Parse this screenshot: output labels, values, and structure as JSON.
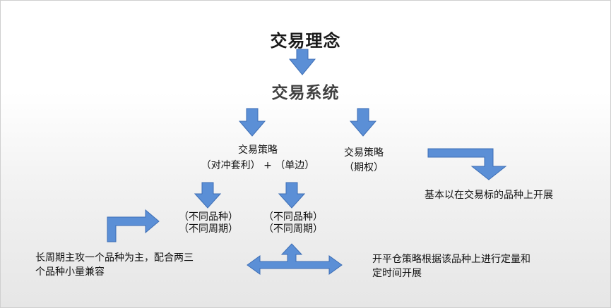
{
  "title_top": "交易理念",
  "title_system": "交易系统",
  "strategy_left": {
    "line1": "交易策略",
    "line2": "（对冲套利）  +  （单边）"
  },
  "strategy_right": {
    "line1": "交易策略",
    "line2": "（期权）"
  },
  "note_right": "基本以在交易标的品种上开展",
  "branch_left": {
    "line1": "（不同品种）",
    "line2": "（不同周期）"
  },
  "branch_right": {
    "line1": "（不同品种）",
    "line2": "（不同周期）"
  },
  "note_bottom_left": {
    "line1": "长周期主攻一个品种为主，配合两三",
    "line2": "个品种小量兼容"
  },
  "note_bottom_right": {
    "line1": "开平仓策略根据该品种上进行定量和",
    "line2": "定时间开展"
  },
  "colors": {
    "arrow_fill": "#5b8fd6",
    "arrow_stroke": "#3d6eb5",
    "background_bottom": "#e6e6e6"
  },
  "icons": [
    "arrow-down-icon",
    "elbow-arrow-icon",
    "three-way-arrow-icon"
  ]
}
